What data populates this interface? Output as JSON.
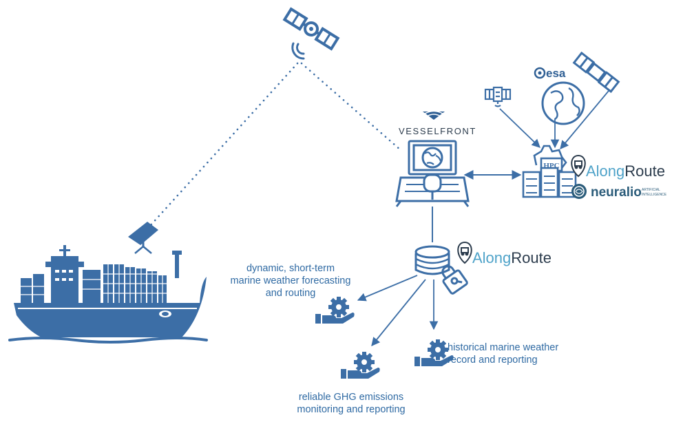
{
  "colors": {
    "primary": "#3c6ea6",
    "dark": "#2f5f94",
    "label": "#2f6aa3",
    "brand_light": "#4fa3c9",
    "neuralio": "#2b5c7a"
  },
  "icons": {
    "comm_satellite": "satellite-icon",
    "observation_satellite": "satellite-icon",
    "small_satellite": "satellite-icon",
    "earth": "globe-icon",
    "vessel": "container-ship-icon",
    "starlink_dish": "satellite-dish-icon",
    "onboard_workstation": "computer-workstation-icon",
    "hpc_cluster": "server-cluster-icon",
    "database": "database-icon",
    "secure_storage": "lock-icon",
    "service": "hand-gear-icon"
  },
  "brands": {
    "vesselfront": "VESSELFRONT",
    "esa": "esa",
    "alongroute_along": "Along",
    "alongroute_route": "Route",
    "neuralio": "neuralio",
    "neuralio_tagline_1": "ARTIFICIAL",
    "neuralio_tagline_2": "INTELLIGENCE",
    "hpc": "HPC"
  },
  "services": {
    "forecasting": {
      "line1": "dynamic, short-term",
      "line2": "marine weather forecasting",
      "line3": "and routing"
    },
    "emissions": {
      "line1": "reliable GHG emissions",
      "line2": "monitoring and reporting"
    },
    "historical": {
      "line1": "historical marine weather",
      "line2": "record and reporting"
    }
  }
}
